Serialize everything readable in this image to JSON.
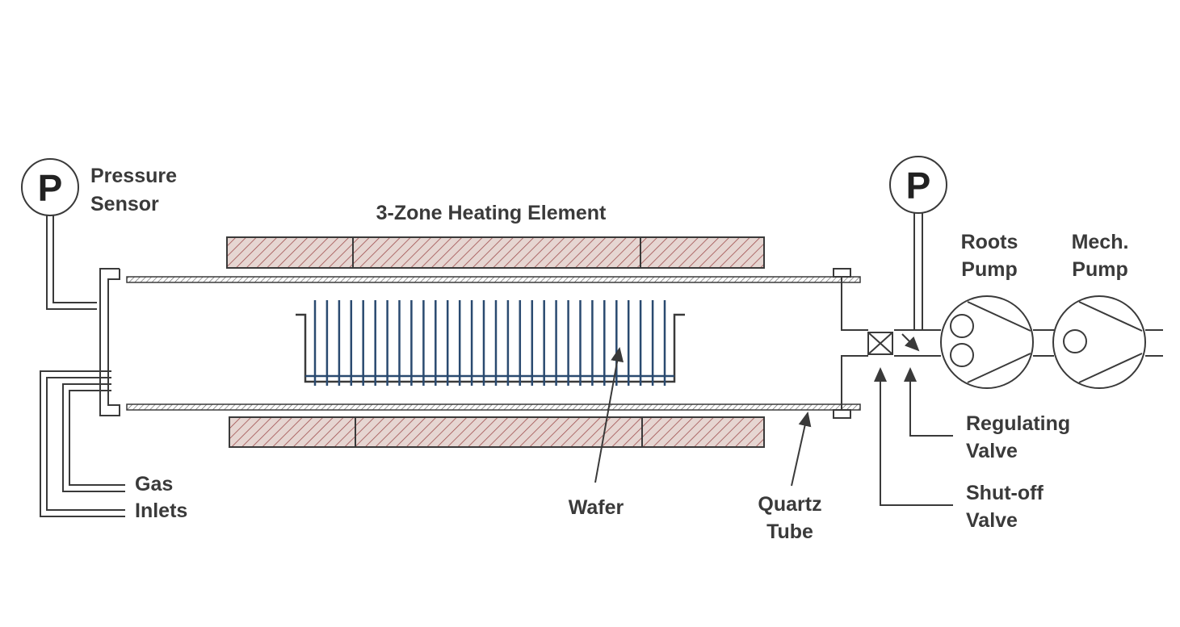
{
  "colors": {
    "line": "#3a3a3a",
    "heater_fill": "#e6d6d2",
    "heater_hatch": "#a05050",
    "wafer": "#2a4a70",
    "tube_hatch": "#555555"
  },
  "labels": {
    "pressure_sensor_symbol_left": "P",
    "pressure_sensor_symbol_right": "P",
    "pressure_sensor": [
      "Pressure",
      "Sensor"
    ],
    "heating_element": "3-Zone Heating Element",
    "roots_pump": [
      "Roots",
      "Pump"
    ],
    "mech_pump": [
      "Mech.",
      "Pump"
    ],
    "gas_inlets": [
      "Gas",
      "Inlets"
    ],
    "wafer": "Wafer",
    "quartz_tube": [
      "Quartz",
      "Tube"
    ],
    "regulating_valve": [
      "Regulating",
      "Valve"
    ],
    "shutoff_valve": [
      "Shut-off",
      "Valve"
    ]
  },
  "icons": {
    "shutoff_valve": "boxed-x-valve-icon",
    "regulating_valve": "diagonal-arrow-valve-icon",
    "pressure_gauge": "circle-p-gauge-icon",
    "pump": "rotary-pump-icon"
  }
}
